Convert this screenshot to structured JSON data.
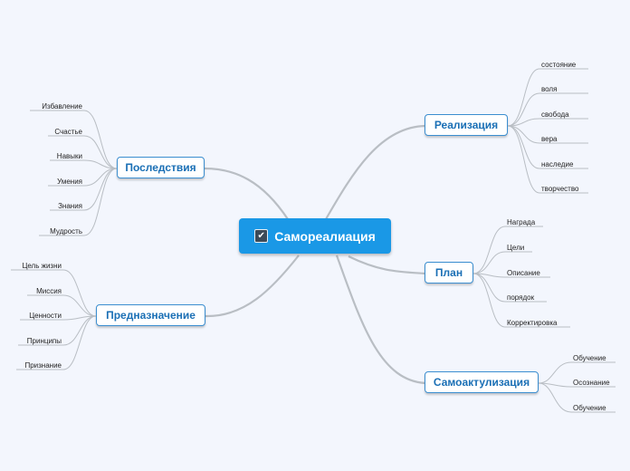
{
  "central": {
    "label": "Самореалиация",
    "icon": "checkbox-checked-icon"
  },
  "colors": {
    "central_bg": "#1a98e6",
    "topic_border": "#3b8ed0",
    "topic_text": "#1a6fb5",
    "line": "#b9bec4",
    "background": "#f3f6fd"
  },
  "branches": {
    "realization": {
      "label": "Реализация",
      "items": [
        "состояние",
        "воля",
        "свобода",
        "вера",
        "наследие",
        "творчество"
      ]
    },
    "plan": {
      "label": "План",
      "items": [
        "Награда",
        "Цели",
        "Описание",
        "порядок",
        "Корректировка"
      ]
    },
    "self_actualization": {
      "label": "Самоактулизация",
      "items": [
        "Обучение",
        "Осознание",
        "Обучение"
      ]
    },
    "consequences": {
      "label": "Последствия",
      "items": [
        "Избавление",
        "Счастье",
        "Навыки",
        "Умения",
        "Знания",
        "Мудрость"
      ]
    },
    "purpose": {
      "label": "Предназначение",
      "items": [
        "Цель жизни",
        "Миссия",
        "Ценности",
        "Принципы",
        "Признание"
      ]
    }
  }
}
